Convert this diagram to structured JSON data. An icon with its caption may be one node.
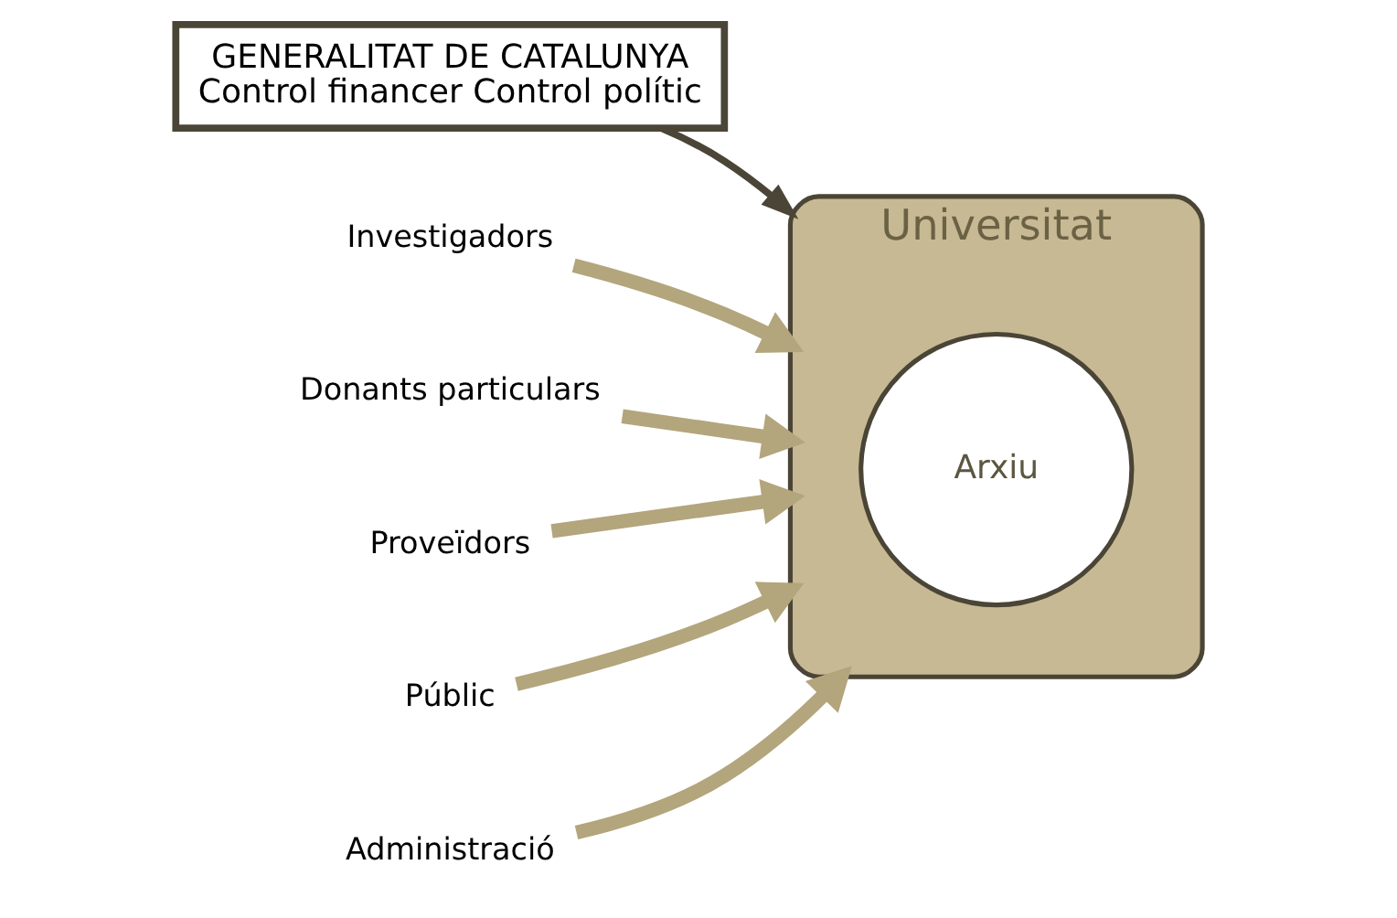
{
  "diagram": {
    "nodes": [
      {
        "text": [
          "GENERALITAT DE CATALUNYA",
          "Control financer Control polític"
        ]
      },
      {
        "text": [
          "Investigadors"
        ]
      },
      {
        "text": [
          "Universitat"
        ]
      },
      {
        "text": [
          "Arxiu"
        ],
        "in": 2
      },
      {
        "text": [
          "Donants particulars"
        ]
      },
      {
        "text": [
          "Proveïdors"
        ]
      },
      {
        "text": [
          "Públic"
        ]
      },
      {
        "text": [
          "Administració"
        ]
      }
    ],
    "edges": [
      {
        "from": 0,
        "to": 2,
        "arrow": "to",
        "color": "#4a4536"
      },
      {
        "from": 1,
        "to": 2,
        "arrow": "to"
      },
      {
        "from": 4,
        "to": 2,
        "arrow": "to"
      },
      {
        "from": 5,
        "to": 2,
        "arrow": "to"
      },
      {
        "from": 6,
        "to": 2,
        "arrow": "to"
      },
      {
        "from": 7,
        "to": 2,
        "arrow": "to"
      }
    ]
  }
}
